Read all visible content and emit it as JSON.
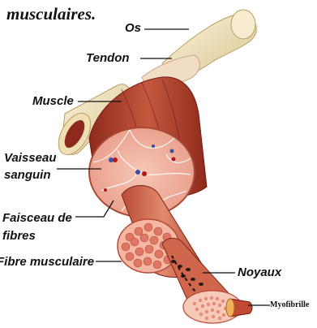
{
  "title": "musculaires.",
  "labels": {
    "os": "Os",
    "tendon": "Tendon",
    "muscle": "Muscle",
    "vaisseau_line1": "Vaisseau",
    "vaisseau_line2": "sanguin",
    "faisceau_line1": "Faisceau de",
    "faisceau_line2": "fibres",
    "fibre": "Fibre musculaire",
    "noyaux": "Noyaux",
    "myofibrille": "Myofibrille"
  },
  "colors": {
    "bone": "#efe2bf",
    "muscle_dark": "#a43a26",
    "muscle_mid": "#c8664d",
    "tissue_pink": "#f1b8a8",
    "fibril": "#d8685c",
    "vessel_red": "#b01818",
    "vessel_blue": "#3b4ea8"
  }
}
